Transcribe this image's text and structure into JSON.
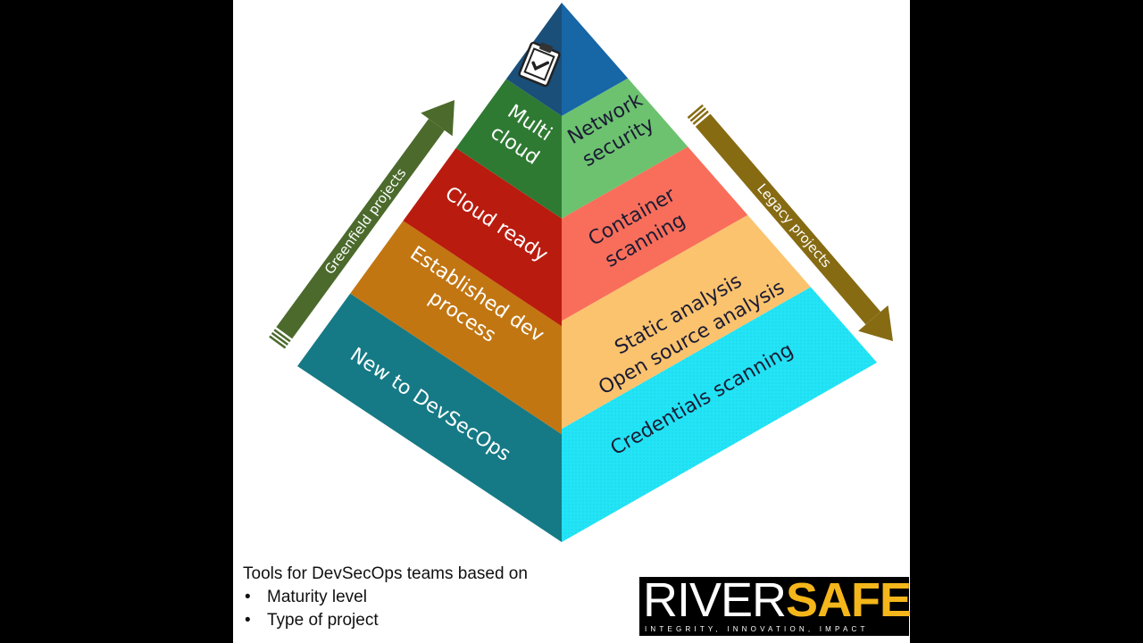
{
  "pyramid": {
    "left_layers": [
      {
        "key": "new",
        "lines": [
          "New to DevSecOps"
        ],
        "color": "#157a85"
      },
      {
        "key": "established",
        "lines": [
          "Established dev",
          "process"
        ],
        "color": "#c27612"
      },
      {
        "key": "cloud_ready",
        "lines": [
          "Cloud ready"
        ],
        "color": "#b91c0f"
      },
      {
        "key": "multi_cloud",
        "lines": [
          "Multi",
          "cloud"
        ],
        "color": "#2f7a33"
      },
      {
        "key": "top_left",
        "lines": [],
        "color": "#1a4f7a"
      }
    ],
    "right_layers": [
      {
        "key": "credentials",
        "lines": [
          "Credentials scanning"
        ],
        "color": "#22e4f6"
      },
      {
        "key": "static",
        "lines": [
          "Static analysis",
          "Open source analysis"
        ],
        "color": "#fbc36e"
      },
      {
        "key": "container",
        "lines": [
          "Container",
          "scanning"
        ],
        "color": "#f86e5b"
      },
      {
        "key": "network",
        "lines": [
          "Network",
          "security"
        ],
        "color": "#6cc26f"
      },
      {
        "key": "top_right",
        "lines": [],
        "color": "#1766a6"
      }
    ],
    "top_icon": "clipboard-check-icon"
  },
  "arrows": {
    "greenfield": {
      "label": "Greenfield projects",
      "color": "#4b6a2c"
    },
    "legacy": {
      "label": "Legacy projects",
      "color": "#866b13"
    }
  },
  "caption": {
    "title": "Tools for DevSecOps teams based on",
    "bullets": [
      "Maturity level",
      "Type of project"
    ]
  },
  "logo": {
    "river": "RIVER",
    "safe": "SAFE",
    "tagline": "INTEGRITY, INNOVATION, IMPACT",
    "accent_color": "#f4b61a"
  }
}
